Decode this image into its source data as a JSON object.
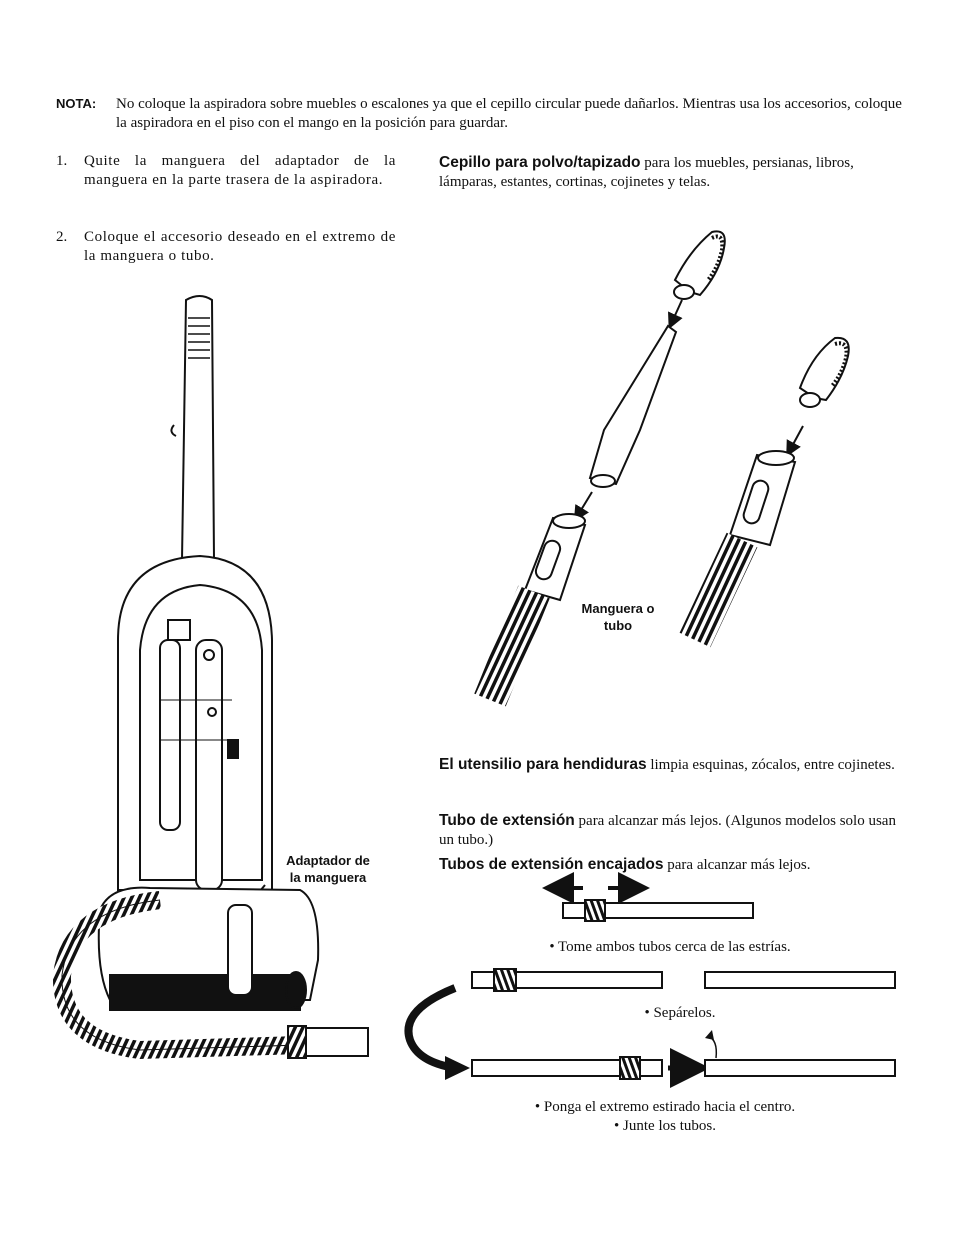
{
  "note": {
    "label": "NOTA:",
    "text": "No coloque la aspiradora sobre muebles o escalones ya que el cepillo circular puede dañarlos. Mientras usa los accesorios, coloque la aspiradora en el piso con el mango en la posición para guardar."
  },
  "steps": [
    {
      "number": "1.",
      "text": "Quite la manguera del adaptador de la manguera en la parte trasera de la aspiradora."
    },
    {
      "number": "2.",
      "text": "Coloque el accesorio deseado en el extremo de la manguera o tubo."
    }
  ],
  "dusting_brush": {
    "heading": "Cepillo para polvo/tapizado",
    "text": "para los muebles, persianas, libros, lámparas, estantes, cortinas, cojinetes y telas."
  },
  "labels": {
    "hose_or_tube": "Manguera o tubo",
    "hose_adapter": "Adaptador de la manguera"
  },
  "crevice_tool": {
    "heading": "El utensilio para hendiduras",
    "text": "limpia esquinas, zócalos, entre cojinetes."
  },
  "extension_tube": {
    "heading": "Tubo de extensión",
    "text": "para alcanzar más lejos. (Algunos modelos solo usan un tubo.)"
  },
  "nested_tubes": {
    "heading": "Tubos de extensión encajados",
    "text": "para alcanzar más lejos."
  },
  "instructions": {
    "grab": "• Tome ambos tubos cerca de las estrías.",
    "separate": "• Sepárelos.",
    "place": "• Ponga el extremo estirado hacia el centro.",
    "join": "• Junte los tubos."
  }
}
